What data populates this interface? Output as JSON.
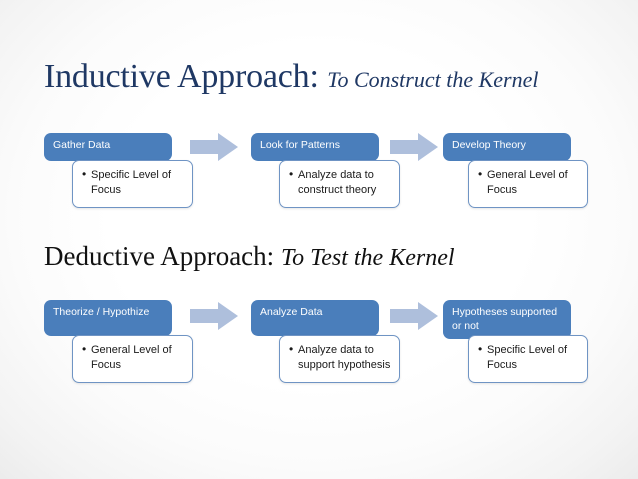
{
  "slide": {
    "background_color": "#ffffff",
    "accent_color": "#4a7ebb",
    "arrow_color": "#aebfdc",
    "title_color": "#1f3864"
  },
  "inductive": {
    "heading_main": "Inductive Approach:",
    "heading_sub": "To Construct the Kernel",
    "stages": [
      {
        "header": "Gather Data",
        "bullets": [
          "Specific Level of Focus"
        ]
      },
      {
        "header": "Look for Patterns",
        "bullets": [
          "Analyze data to construct theory"
        ]
      },
      {
        "header": "Develop Theory",
        "bullets": [
          "General Level of Focus"
        ]
      }
    ],
    "arrows": [
      "right-arrow-icon",
      "right-arrow-icon"
    ]
  },
  "deductive": {
    "heading_main": "Deductive Approach:",
    "heading_sub": "To Test the Kernel",
    "stages": [
      {
        "header": "Theorize / Hypothize",
        "bullets": [
          "General Level of Focus"
        ]
      },
      {
        "header": "Analyze Data",
        "bullets": [
          "Analyze data to support hypothesis"
        ]
      },
      {
        "header": "Hypotheses supported or not",
        "bullets": [
          "Specific Level of Focus"
        ]
      }
    ],
    "arrows": [
      "right-arrow-icon",
      "right-arrow-icon"
    ]
  }
}
